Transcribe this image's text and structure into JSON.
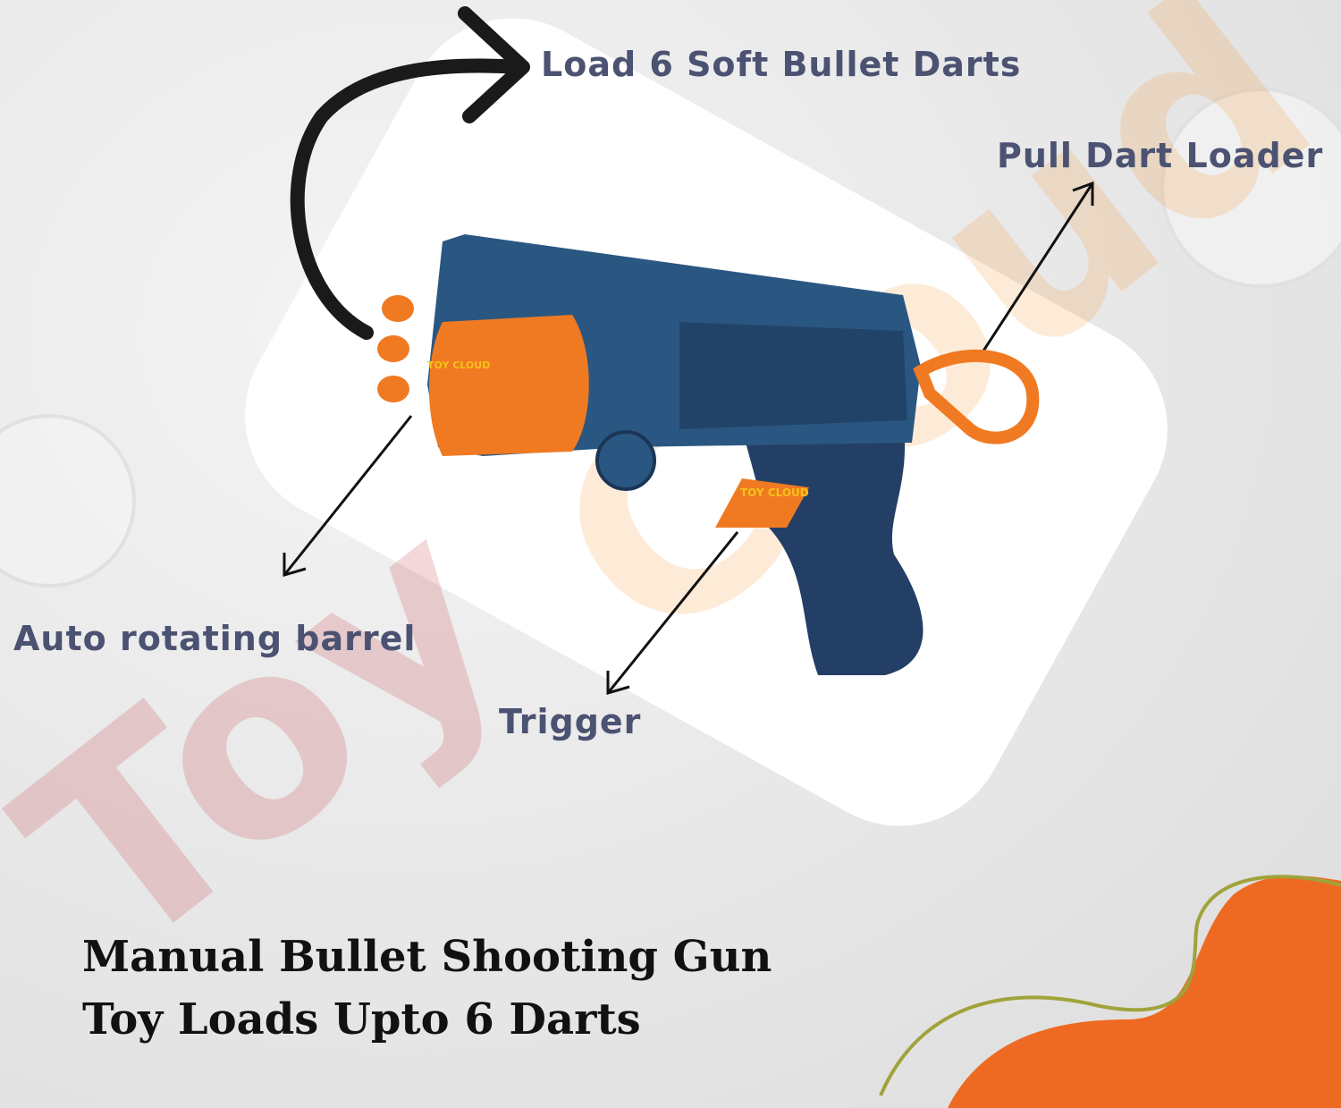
{
  "labels": {
    "load": "Load 6 Soft Bullet Darts",
    "pull": "Pull Dart Loader",
    "barrel": "Auto rotating barrel",
    "trigger": "Trigger"
  },
  "title": {
    "line1": "Manual Bullet Shooting Gun",
    "line2": "Toy Loads Upto 6 Darts"
  },
  "brand_marks": {
    "gun_logo": "TOY CLOUD",
    "watermark": "Toy Cloud"
  },
  "colors": {
    "label_text": "#4b5272",
    "gun_blue": "#2a5781",
    "gun_orange": "#f07a22",
    "accent_orange": "#ee6a22",
    "accent_line": "#9fa33a"
  }
}
